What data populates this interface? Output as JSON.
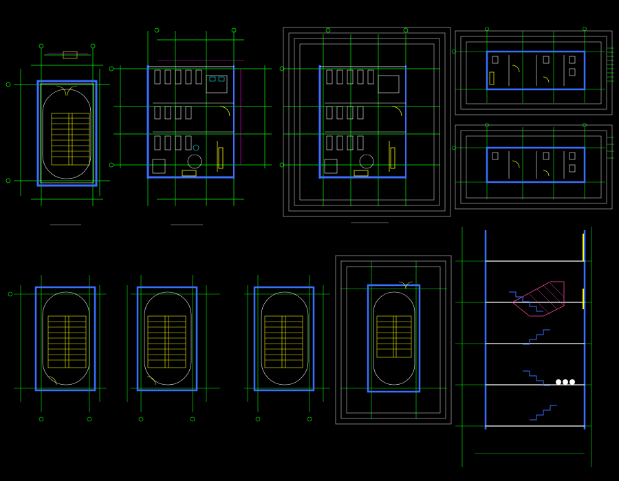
{
  "sheet": {
    "background": "#000000",
    "colors": {
      "grid": "#00ff00",
      "wall": "#3a6fff",
      "wall_thin": "#ffffff",
      "dim": "#ff00ff",
      "stair": "#ffff00",
      "hatch": "#ff4da6",
      "text": "#ffffff",
      "cyan": "#00ffff",
      "frame": "#cfcfcf"
    }
  },
  "drawings": [
    {
      "id": "d1",
      "caption": "",
      "kind": "stair-plan"
    },
    {
      "id": "d2",
      "caption": "",
      "kind": "toilet-plan"
    },
    {
      "id": "d3",
      "caption": "",
      "kind": "toilet-plan"
    },
    {
      "id": "d4",
      "caption": "",
      "kind": "toilet-detail"
    },
    {
      "id": "d5",
      "caption": "",
      "kind": "toilet-detail"
    },
    {
      "id": "d6",
      "caption": "",
      "kind": "stair-plan"
    },
    {
      "id": "d7",
      "caption": "",
      "kind": "stair-plan"
    },
    {
      "id": "d8",
      "caption": "",
      "kind": "stair-plan"
    },
    {
      "id": "d9",
      "caption": "",
      "kind": "stair-plan"
    },
    {
      "id": "d10",
      "caption": "",
      "kind": "stair-section"
    }
  ]
}
